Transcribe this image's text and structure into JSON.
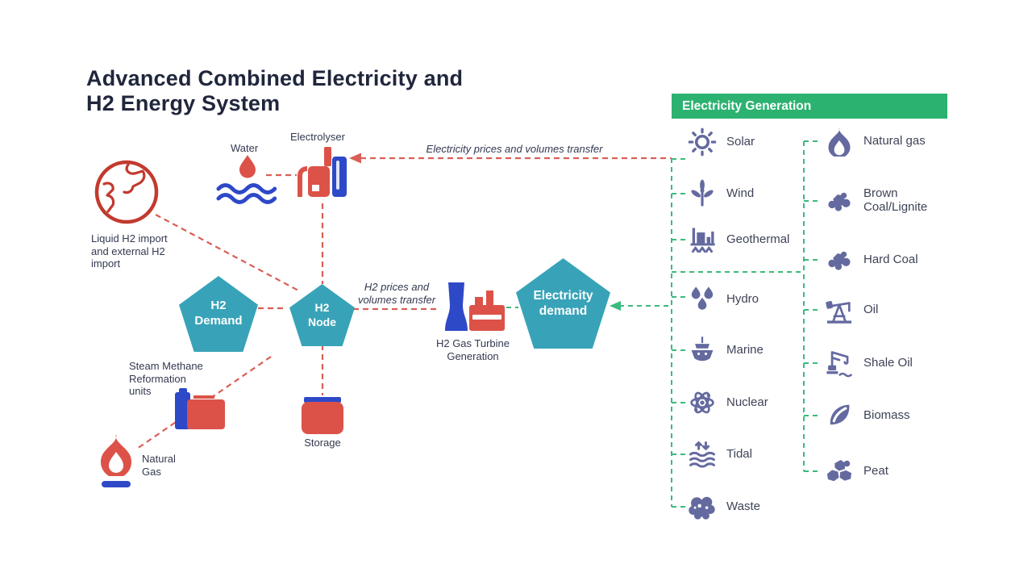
{
  "title": "Advanced Combined Electricity and\nH2 Energy System",
  "panel": {
    "header": "Electricity Generation"
  },
  "generation_left": [
    {
      "label": "Solar",
      "icon": "solar"
    },
    {
      "label": "Wind",
      "icon": "wind"
    },
    {
      "label": "Geothermal",
      "icon": "geothermal"
    },
    {
      "label": "Hydro",
      "icon": "hydro"
    },
    {
      "label": "Marine",
      "icon": "marine"
    },
    {
      "label": "Nuclear",
      "icon": "nuclear"
    },
    {
      "label": "Tidal",
      "icon": "tidal"
    },
    {
      "label": "Waste",
      "icon": "waste"
    }
  ],
  "generation_right": [
    {
      "label": "Natural gas",
      "icon": "natural-gas"
    },
    {
      "label": "Brown Coal/Lignite",
      "icon": "coal"
    },
    {
      "label": "Hard Coal",
      "icon": "coal"
    },
    {
      "label": "Oil",
      "icon": "oil"
    },
    {
      "label": "Shale Oil",
      "icon": "shale-oil"
    },
    {
      "label": "Biomass",
      "icon": "biomass"
    },
    {
      "label": "Peat",
      "icon": "peat"
    }
  ],
  "nodes": {
    "water": "Water",
    "electrolyser": "Electrolyser",
    "import_label": "Liquid H2 import\nand external H2\nimport",
    "h2_demand": "H2\nDemand",
    "h2_node": "H2\nNode",
    "electricity_demand": "Electricity\ndemand",
    "smr": "Steam Methane\nReformation\nunits",
    "natural_gas": "Natural\nGas",
    "storage": "Storage",
    "turbine": "H2 Gas Turbine\nGeneration"
  },
  "flows": {
    "electricity_transfer": "Electricity prices and volumes transfer",
    "h2_transfer": "H2 prices and\nvolumes transfer"
  },
  "colors": {
    "green": "#2cb270",
    "green-line": "#3cba7c",
    "teal": "#38a3b8",
    "red": "#dc5248",
    "red-line": "#d95f57",
    "blue": "#2d49c8",
    "slate": "#646a9f",
    "earth": "#c23a2e",
    "ink": "#20263c"
  }
}
